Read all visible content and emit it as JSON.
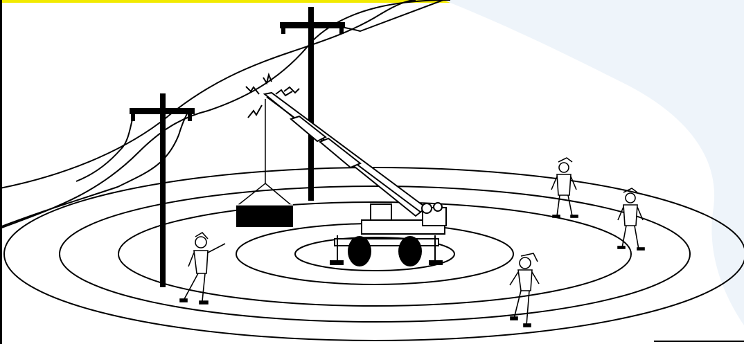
{
  "colors": {
    "border_accent": "#f2ea00",
    "ink": "#000000",
    "paper": "#ffffff",
    "bg_tint": "#eef4fa"
  },
  "diagram": {
    "elements": [
      "utility-pole-left",
      "utility-pole-right",
      "power-lines",
      "electrical-arcs",
      "mobile-crane",
      "suspended-load",
      "ground-voltage-rings",
      "workers"
    ],
    "ring_count": 5,
    "worker_count": 4
  }
}
